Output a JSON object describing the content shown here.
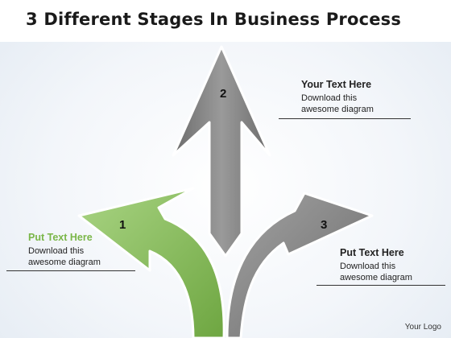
{
  "title": "3 Different Stages In Business Process",
  "colors": {
    "green_arrow": "#8cc063",
    "gray_arrow": "#8a8a8a",
    "green_heading": "#7ab648",
    "text": "#222222"
  },
  "stages": [
    {
      "number": "1",
      "heading": "Put Text Here",
      "line1": "Download this",
      "line2": "awesome diagram"
    },
    {
      "number": "2",
      "heading": "Your Text Here",
      "line1": "Download this",
      "line2": "awesome diagram"
    },
    {
      "number": "3",
      "heading": "Put Text Here",
      "line1": "Download this",
      "line2": "awesome diagram"
    }
  ],
  "footer": {
    "logo": "Your Logo"
  }
}
